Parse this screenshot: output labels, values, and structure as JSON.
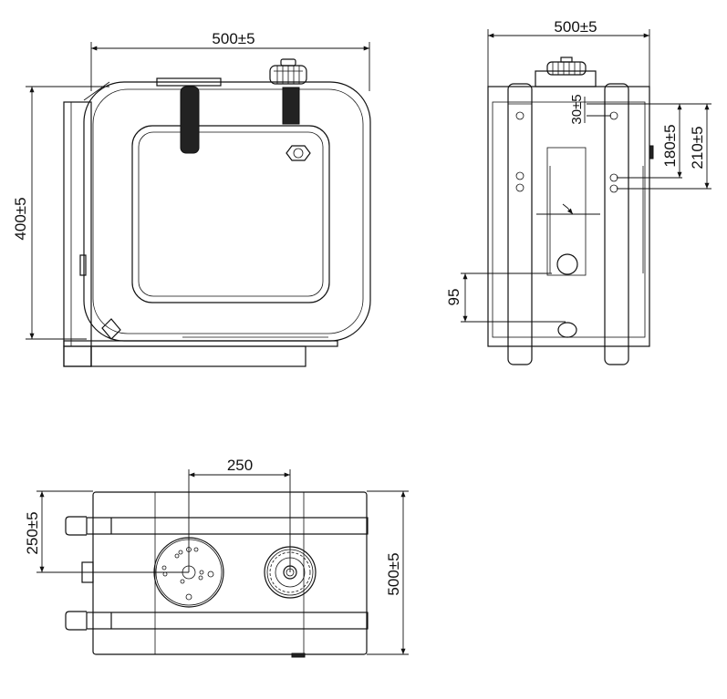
{
  "front_view": {
    "width_dim": "500±5",
    "height_dim": "400±5"
  },
  "side_view": {
    "width_dim": "500±5",
    "dim_30": "30±5",
    "dim_180": "180±5",
    "dim_210": "210±5",
    "dim_95": "95"
  },
  "top_view": {
    "center_distance_dim": "250",
    "half_depth_dim": "250±5",
    "depth_dim": "500±5"
  }
}
